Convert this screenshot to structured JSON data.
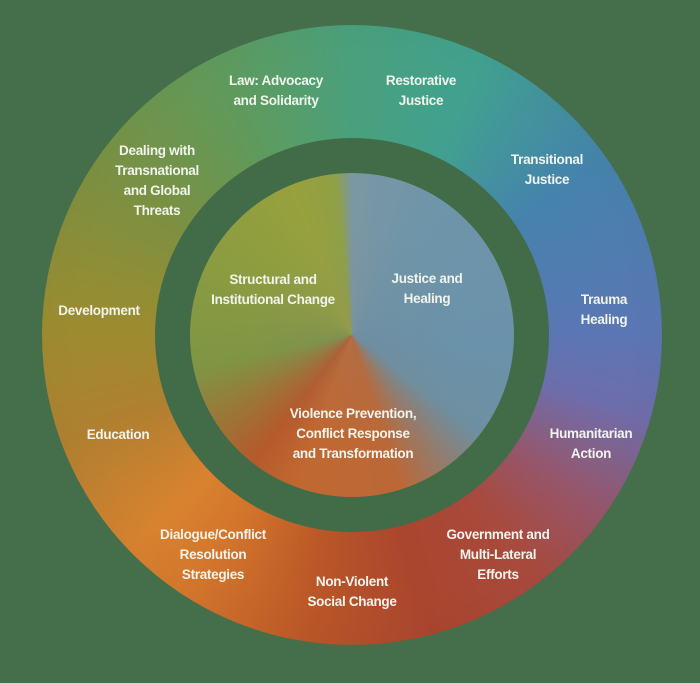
{
  "background_color": "#456e4a",
  "wheel": {
    "outer_ring": {
      "segments": [
        {
          "id": "law",
          "label": "Law: Advocacy and Solidarity",
          "lines": [
            "Law: Advocacy",
            "and Solidarity"
          ],
          "color": "#609a5b"
        },
        {
          "id": "restorative",
          "label": "Restorative Justice",
          "lines": [
            "Restorative",
            "Justice"
          ],
          "color": "#41a18f"
        },
        {
          "id": "transitional",
          "label": "Transitional Justice",
          "lines": [
            "Transitional",
            "Justice"
          ],
          "color": "#4583ac"
        },
        {
          "id": "trauma",
          "label": "Trauma Healing",
          "lines": [
            "Trauma",
            "Healing"
          ],
          "color": "#5b76b4"
        },
        {
          "id": "humanitarian",
          "label": "Humanitarian Action",
          "lines": [
            "Humanitarian",
            "Action"
          ],
          "color": "#a84a3e"
        },
        {
          "id": "government",
          "label": "Government and Multi-Lateral Efforts",
          "lines": [
            "Government and",
            "Multi-Lateral",
            "Efforts"
          ],
          "color": "#aa452e"
        },
        {
          "id": "nonviolent",
          "label": "Non-Violent Social Change",
          "lines": [
            "Non-Violent",
            "Social Change"
          ],
          "color": "#c4662a"
        },
        {
          "id": "dialogue",
          "label": "Dialogue/Conflict Resolution Strategies",
          "lines": [
            "Dialogue/Conflict",
            "Resolution",
            "Strategies"
          ],
          "color": "#d8822f"
        },
        {
          "id": "education",
          "label": "Education",
          "lines": [
            "Education"
          ],
          "color": "#b08030"
        },
        {
          "id": "development",
          "label": "Development",
          "lines": [
            "Development"
          ],
          "color": "#9c8c30"
        },
        {
          "id": "dealing",
          "label": "Dealing with Transnational and Global Threats",
          "lines": [
            "Dealing with",
            "Transnational",
            "and Global",
            "Threats"
          ],
          "color": "#7c9041"
        }
      ]
    },
    "inner_circle": {
      "sectors": [
        {
          "id": "structural",
          "label": "Structural and Institutional Change",
          "lines": [
            "Structural and",
            "Institutional Change"
          ],
          "color": "#8c9c40"
        },
        {
          "id": "justice",
          "label": "Justice and Healing",
          "lines": [
            "Justice and",
            "Healing"
          ],
          "color": "#6a92aa"
        },
        {
          "id": "violence",
          "label": "Violence Prevention, Conflict Response and Transformation",
          "lines": [
            "Violence Prevention,",
            "Conflict Response",
            "and Transformation"
          ],
          "color": "#bb6837"
        }
      ]
    }
  }
}
